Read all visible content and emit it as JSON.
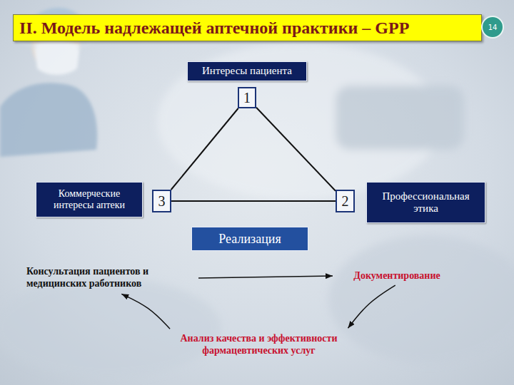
{
  "diagram": {
    "title": "II. Модель надлежащей аптечной практики – GPP",
    "nodes": [
      {
        "text": [
          "Интересы пациента"
        ]
      },
      {
        "text": [
          "1"
        ]
      },
      {
        "text": [
          "Коммерческие интересы аптеки"
        ]
      },
      {
        "text": [
          "3"
        ]
      },
      {
        "text": [
          "2"
        ]
      },
      {
        "text": [
          "Профессиональная этика"
        ]
      },
      {
        "text": [
          "Реализация"
        ]
      },
      {
        "text": [
          "Консультация пациентов и медицинских работников"
        ]
      },
      {
        "text": [
          "Документирование"
        ]
      },
      {
        "text": [
          "Анализ качества и эффективности фармацевтических услуг"
        ]
      }
    ],
    "edges": [
      {
        "from": 1,
        "to": 4,
        "arrow": "none"
      },
      {
        "from": 4,
        "to": 3,
        "arrow": "none"
      },
      {
        "from": 3,
        "to": 1,
        "arrow": "none"
      },
      {
        "from": 7,
        "to": 8,
        "arrow": "to"
      },
      {
        "from": 8,
        "to": 9,
        "arrow": "to"
      },
      {
        "from": 9,
        "to": 7,
        "arrow": "to"
      }
    ],
    "labels": [
      "14"
    ]
  }
}
